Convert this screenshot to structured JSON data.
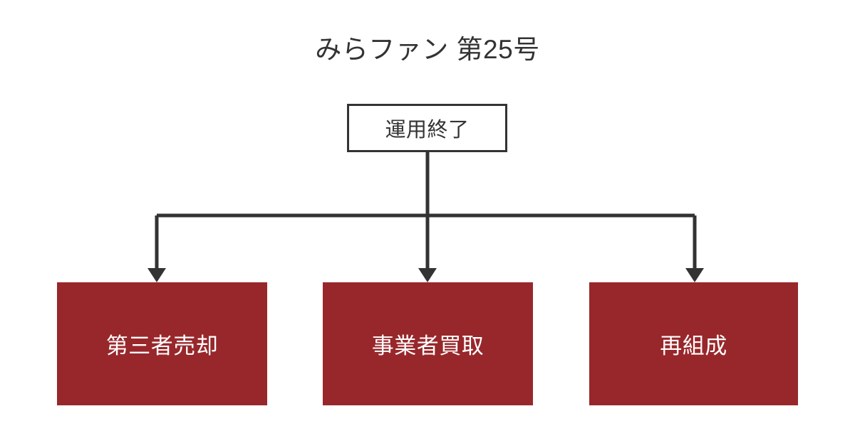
{
  "diagram": {
    "title": "みらファン 第25号",
    "background_color": "#ffffff",
    "line_color": "#333333",
    "accent_color": "#98272B",
    "root": {
      "label": "運用終了",
      "fill_color": "#ffffff",
      "text_color": "#333333",
      "border_color": "#333333"
    },
    "outcomes": [
      {
        "label": "第三者売却",
        "fill_color": "#98272B",
        "text_color": "#ffffff"
      },
      {
        "label": "事業者買取",
        "fill_color": "#98272B",
        "text_color": "#ffffff"
      },
      {
        "label": "再組成",
        "fill_color": "#98272B",
        "text_color": "#ffffff"
      }
    ],
    "connectors": {
      "type": "orthogonal-arrows",
      "arrowhead": "triangle-down",
      "count": 3
    }
  }
}
